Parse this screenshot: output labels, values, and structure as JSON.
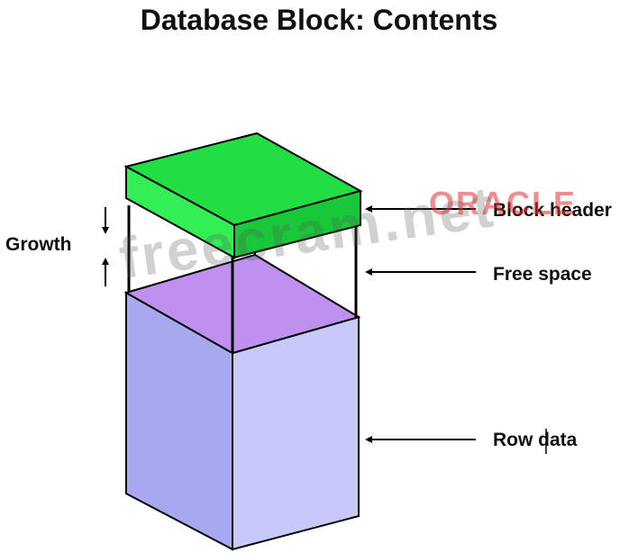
{
  "title": "Database Block: Contents",
  "labels": {
    "growth": "Growth",
    "block_header": "Block header",
    "free_space": "Free space",
    "row_data": "Row data"
  },
  "watermarks": {
    "site": "freecram.net",
    "brand": "ORACLE"
  },
  "colors": {
    "header_top": "#22dd44",
    "header_front": "#33ee55",
    "header_side": "#18c838",
    "free_space": "#c090f0",
    "row_front": "#a8a8f0",
    "row_side": "#c8c8fa",
    "brand_red": "#e83030"
  }
}
